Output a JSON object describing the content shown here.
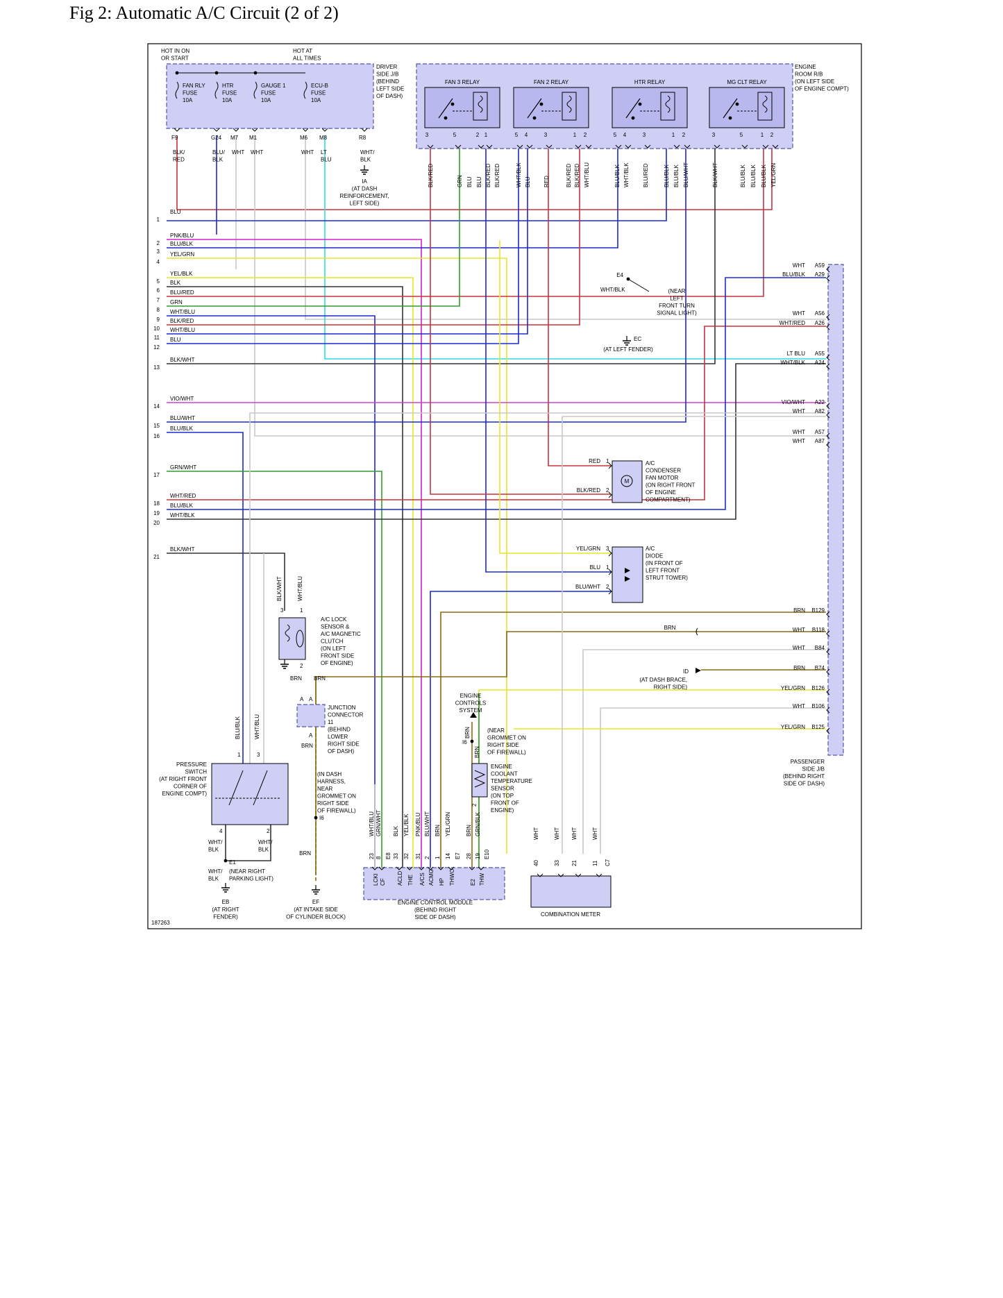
{
  "title": "Fig 2: Automatic A/C Circuit (2 of 2)",
  "figure_id": "187263",
  "colors": {
    "BLU": "#1a2ad0",
    "RED": "#c8323c",
    "BLK": "#333333",
    "WHT": "#c8c8c8",
    "GRN": "#2e9e2e",
    "YEL": "#e6e62a",
    "PNK": "#d020d0",
    "VIO": "#cc44cc",
    "LTBLU": "#30d8e8",
    "BRN": "#8a6a10",
    "BOX": "#cfcff5"
  },
  "header": {
    "hot_on_start": "HOT IN ON OR START",
    "hot_all_times": "HOT AT ALL TIMES"
  },
  "driver_jb": {
    "label": "DRIVER SIDE J/B (BEHIND LEFT SIDE OF DASH)",
    "fuses": [
      {
        "l1": "FAN RLY",
        "l2": "FUSE",
        "l3": "10A"
      },
      {
        "l1": "HTR",
        "l2": "FUSE",
        "l3": "10A"
      },
      {
        "l1": "GAUGE 1",
        "l2": "FUSE",
        "l3": "10A"
      },
      {
        "l1": "ECU-B",
        "l2": "FUSE",
        "l3": "10A"
      }
    ],
    "pins": [
      "F9",
      "G24",
      "M7",
      "M1",
      "M6",
      "M8",
      "R8"
    ],
    "wires": [
      [
        "BLK/",
        "RED"
      ],
      [
        "BLU/",
        "BLK"
      ],
      [
        "WHT",
        ""
      ],
      [
        "WHT",
        ""
      ],
      [
        "WHT",
        ""
      ],
      [
        "LT",
        "BLU"
      ],
      [
        "WHT/",
        "BLK"
      ]
    ],
    "ground": [
      "IA",
      "(AT DASH",
      "REINFORCEMENT,",
      "LEFT SIDE)"
    ]
  },
  "engine_rb": {
    "label": "ENGINE ROOM R/B (ON LEFT SIDE OF ENGINE COMPT)",
    "relays": [
      "FAN 3 RELAY",
      "FAN 2 RELAY",
      "HTR RELAY",
      "MG CLT RELAY"
    ],
    "pins": [
      [
        "3",
        "5",
        "2",
        "1"
      ],
      [
        "5",
        "4",
        "3",
        "1",
        "2"
      ],
      [
        "5",
        "4",
        "3",
        "1",
        "2"
      ],
      [
        "3",
        "5",
        "1",
        "2"
      ]
    ],
    "wires": [
      "BLK/RED",
      "GRN",
      "BLU",
      "BLU",
      "BLK/RED",
      "BLK/RED",
      "WHT/BLK",
      "BLU",
      "RED",
      "BLK/RED",
      "BLK/RED",
      "WHT/BLU",
      "BLU/BLK",
      "WHT/BLK",
      "BLU/RED",
      "BLU/BLK",
      "BLU/BLK",
      "BLU/WHT",
      "BLK/WHT",
      "BLU/BLK",
      "BLU/BLK",
      "BLU/BLK",
      "YEL/GRN"
    ]
  },
  "left_rows": [
    {
      "n": "1",
      "c": "BLU"
    },
    {
      "n": "2",
      "c": "PNK/BLU"
    },
    {
      "n": "3",
      "c": "BLU/BLK"
    },
    {
      "n": "4",
      "c": "YEL/GRN"
    },
    {
      "n": "5",
      "c": "YEL/BLK"
    },
    {
      "n": "6",
      "c": "BLK"
    },
    {
      "n": "7",
      "c": "BLU/RED"
    },
    {
      "n": "8",
      "c": "GRN"
    },
    {
      "n": "9",
      "c": "WHT/BLU"
    },
    {
      "n": "10",
      "c": "BLK/RED"
    },
    {
      "n": "11",
      "c": "WHT/BLU"
    },
    {
      "n": "12",
      "c": "BLU"
    },
    {
      "n": "13",
      "c": "BLK/WHT"
    },
    {
      "n": "14",
      "c": "VIO/WHT"
    },
    {
      "n": "15",
      "c": "BLU/WHT"
    },
    {
      "n": "16",
      "c": "BLU/BLK"
    },
    {
      "n": "17",
      "c": "GRN/WHT"
    },
    {
      "n": "18",
      "c": "WHT/RED"
    },
    {
      "n": "19",
      "c": "BLU/BLK"
    },
    {
      "n": "20",
      "c": "WHT/BLK"
    },
    {
      "n": "21",
      "c": "BLK/WHT"
    }
  ],
  "passenger_jb": {
    "label": "PASSENGER SIDE J/B (BEHIND RIGHT SIDE OF DASH)",
    "pins": [
      {
        "c": "WHT",
        "p": "A59"
      },
      {
        "c": "BLU/BLK",
        "p": "A29"
      },
      {
        "c": "WHT",
        "p": "A56"
      },
      {
        "c": "WHT/RED",
        "p": "A26"
      },
      {
        "c": "LT BLU",
        "p": "A55"
      },
      {
        "c": "WHT/BLK",
        "p": "A24"
      },
      {
        "c": "VIO/WHT",
        "p": "A22"
      },
      {
        "c": "WHT",
        "p": "A82"
      },
      {
        "c": "WHT",
        "p": "A57"
      },
      {
        "c": "WHT",
        "p": "A87"
      },
      {
        "c": "BRN",
        "p": "B129"
      },
      {
        "c": "WHT",
        "p": "B118"
      },
      {
        "c": "WHT",
        "p": "B84"
      },
      {
        "c": "BRN",
        "p": "B74"
      },
      {
        "c": "YEL/GRN",
        "p": "B126"
      },
      {
        "c": "WHT",
        "p": "B106"
      },
      {
        "c": "YEL/GRN",
        "p": "B125"
      }
    ]
  },
  "e4": {
    "id": "E4",
    "wire": "WHT/BLK",
    "note": [
      "(NEAR",
      "LEFT",
      "FRONT TURN",
      "SIGNAL LIGHT)"
    ]
  },
  "ec": {
    "id": "EC",
    "note": "(AT LEFT FENDER)"
  },
  "fan_motor": {
    "label": [
      "A/C",
      "CONDENSER",
      "FAN MOTOR",
      "(ON RIGHT FRONT",
      "OF ENGINE",
      "COMPARTMENT)"
    ],
    "pins": [
      {
        "c": "RED",
        "n": "1"
      },
      {
        "c": "BLK/RED",
        "n": "2"
      }
    ],
    "symbol": "M"
  },
  "ac_diode": {
    "label": [
      "A/C",
      "DIODE",
      "(IN FRONT OF",
      "LEFT FRONT",
      "STRUT TOWER)"
    ],
    "pins": [
      {
        "c": "YEL/GRN",
        "n": "3"
      },
      {
        "c": "BLU",
        "n": "1"
      },
      {
        "c": "BLU/WHT",
        "n": "2"
      }
    ]
  },
  "brn_mid": "BRN",
  "id_ground": {
    "id": "ID",
    "note": [
      "(AT DASH BRACE,",
      "RIGHT SIDE)"
    ]
  },
  "lock_sensor": {
    "label": [
      "A/C LOCK",
      "SENSOR &",
      "A/C MAGNETIC",
      "CLUTCH",
      "(ON LEFT",
      "FRONT SIDE",
      "OF ENGINE)"
    ],
    "wires": [
      "BLK/WHT",
      "WHT/BLU"
    ],
    "pins": [
      "3",
      "1",
      "2"
    ],
    "brn": [
      "BRN",
      "BRN"
    ]
  },
  "junction": {
    "label": [
      "JUNCTION",
      "CONNECTOR",
      "11",
      "(BEHIND",
      "LOWER",
      "RIGHT SIDE",
      "OF DASH)"
    ],
    "pins": [
      "A",
      "A",
      "A"
    ],
    "brn": "BRN"
  },
  "ecs": {
    "label": [
      "ENGINE",
      "CONTROLS",
      "SYSTEM"
    ],
    "wire": "BRN",
    "conn": "I6",
    "note": [
      "(NEAR",
      "GROMMET ON",
      "RIGHT SIDE",
      "OF FIREWALL)"
    ],
    "brn2": "BRN"
  },
  "coolant": {
    "label": [
      "ENGINE",
      "COOLANT",
      "TEMPERATURE",
      "SENSOR",
      "(ON TOP",
      "FRONT OF",
      "ENGINE)"
    ],
    "pin": "2"
  },
  "pressure": {
    "label": [
      "PRESSURE",
      "SWITCH",
      "(AT RIGHT FRONT",
      "CORNER OF",
      "ENGINE COMPT)"
    ],
    "wires": [
      "BLU/BLK",
      "WHT/BLU"
    ],
    "pins": [
      "1",
      "3",
      "4",
      "2"
    ],
    "bot": [
      [
        "WHT/",
        "BLK"
      ],
      [
        "WHT/",
        "BLK"
      ]
    ]
  },
  "e1": {
    "id": "E1",
    "wire": [
      "WHT/",
      "BLK"
    ],
    "note": [
      "(NEAR RIGHT",
      "PARKING LIGHT)"
    ]
  },
  "eb": {
    "id": "EB",
    "note": [
      "(AT RIGHT",
      "FENDER)"
    ]
  },
  "harness": {
    "note": [
      "(IN DASH",
      "HARNESS,",
      "NEAR",
      "GROMMET ON",
      "RIGHT SIDE",
      "OF FIREWALL)"
    ],
    "conn": "I6",
    "brn": "BRN"
  },
  "ef": {
    "id": "EF",
    "note": [
      "(AT INTAKE SIDE",
      "OF CYLINDER BLOCK)"
    ]
  },
  "ecm": {
    "label": [
      "ENGINE CONTROL MODULE",
      "(BEHIND RIGHT",
      "SIDE OF DASH)"
    ],
    "wires": [
      "WHT/BLU",
      "GRN/WHT",
      "BLK",
      "YEL/BLK",
      "PNK/BLU",
      "BLU/WHT",
      "BRN",
      "YEL/GRN",
      "BRN",
      "GRN/BLK"
    ],
    "pins": [
      "23",
      "8",
      "33",
      "32",
      "31",
      "2",
      "1",
      "14",
      "28",
      "19"
    ],
    "conn": [
      "E8",
      "E7",
      "E10"
    ],
    "sigs": [
      "LCKI",
      "CF",
      "ACLD",
      "THE",
      "A/CS",
      "ACMG",
      "HP",
      "THWO",
      "E2",
      "THW"
    ]
  },
  "meter": {
    "label": "COMBINATION METER",
    "wires": [
      "WHT",
      "WHT",
      "WHT",
      "WHT"
    ],
    "pins": [
      "40",
      "33",
      "21",
      "11"
    ],
    "conn": "C7"
  }
}
